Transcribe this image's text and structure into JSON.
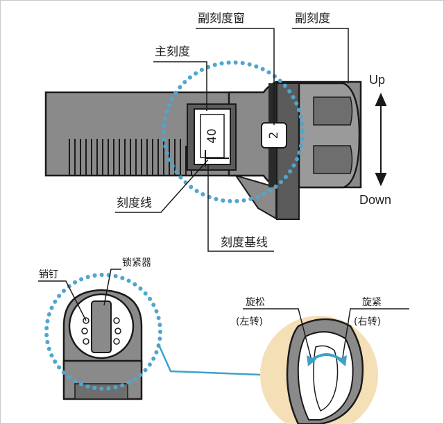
{
  "labels": {
    "vernier_window": "副刻度窗",
    "vernier_scale": "副刻度",
    "main_scale": "主刻度",
    "up": "Up",
    "down": "Down",
    "scale_line": "刻度线",
    "reference_line": "刻度基线",
    "pin": "销钉",
    "lock": "锁紧器",
    "loosen": "旋松",
    "loosen_dir": "(左转)",
    "tighten": "旋紧",
    "tighten_dir": "(右转)",
    "main_value": "40",
    "vernier_value": "2"
  },
  "colors": {
    "handle_gray": "#8a8a8a",
    "dark_gray": "#5b5b5b",
    "outline": "#1a1a1a",
    "dotted_circle": "#4fa6cf",
    "connector": "#3ba3c9",
    "beige": "#f4dfb6"
  }
}
